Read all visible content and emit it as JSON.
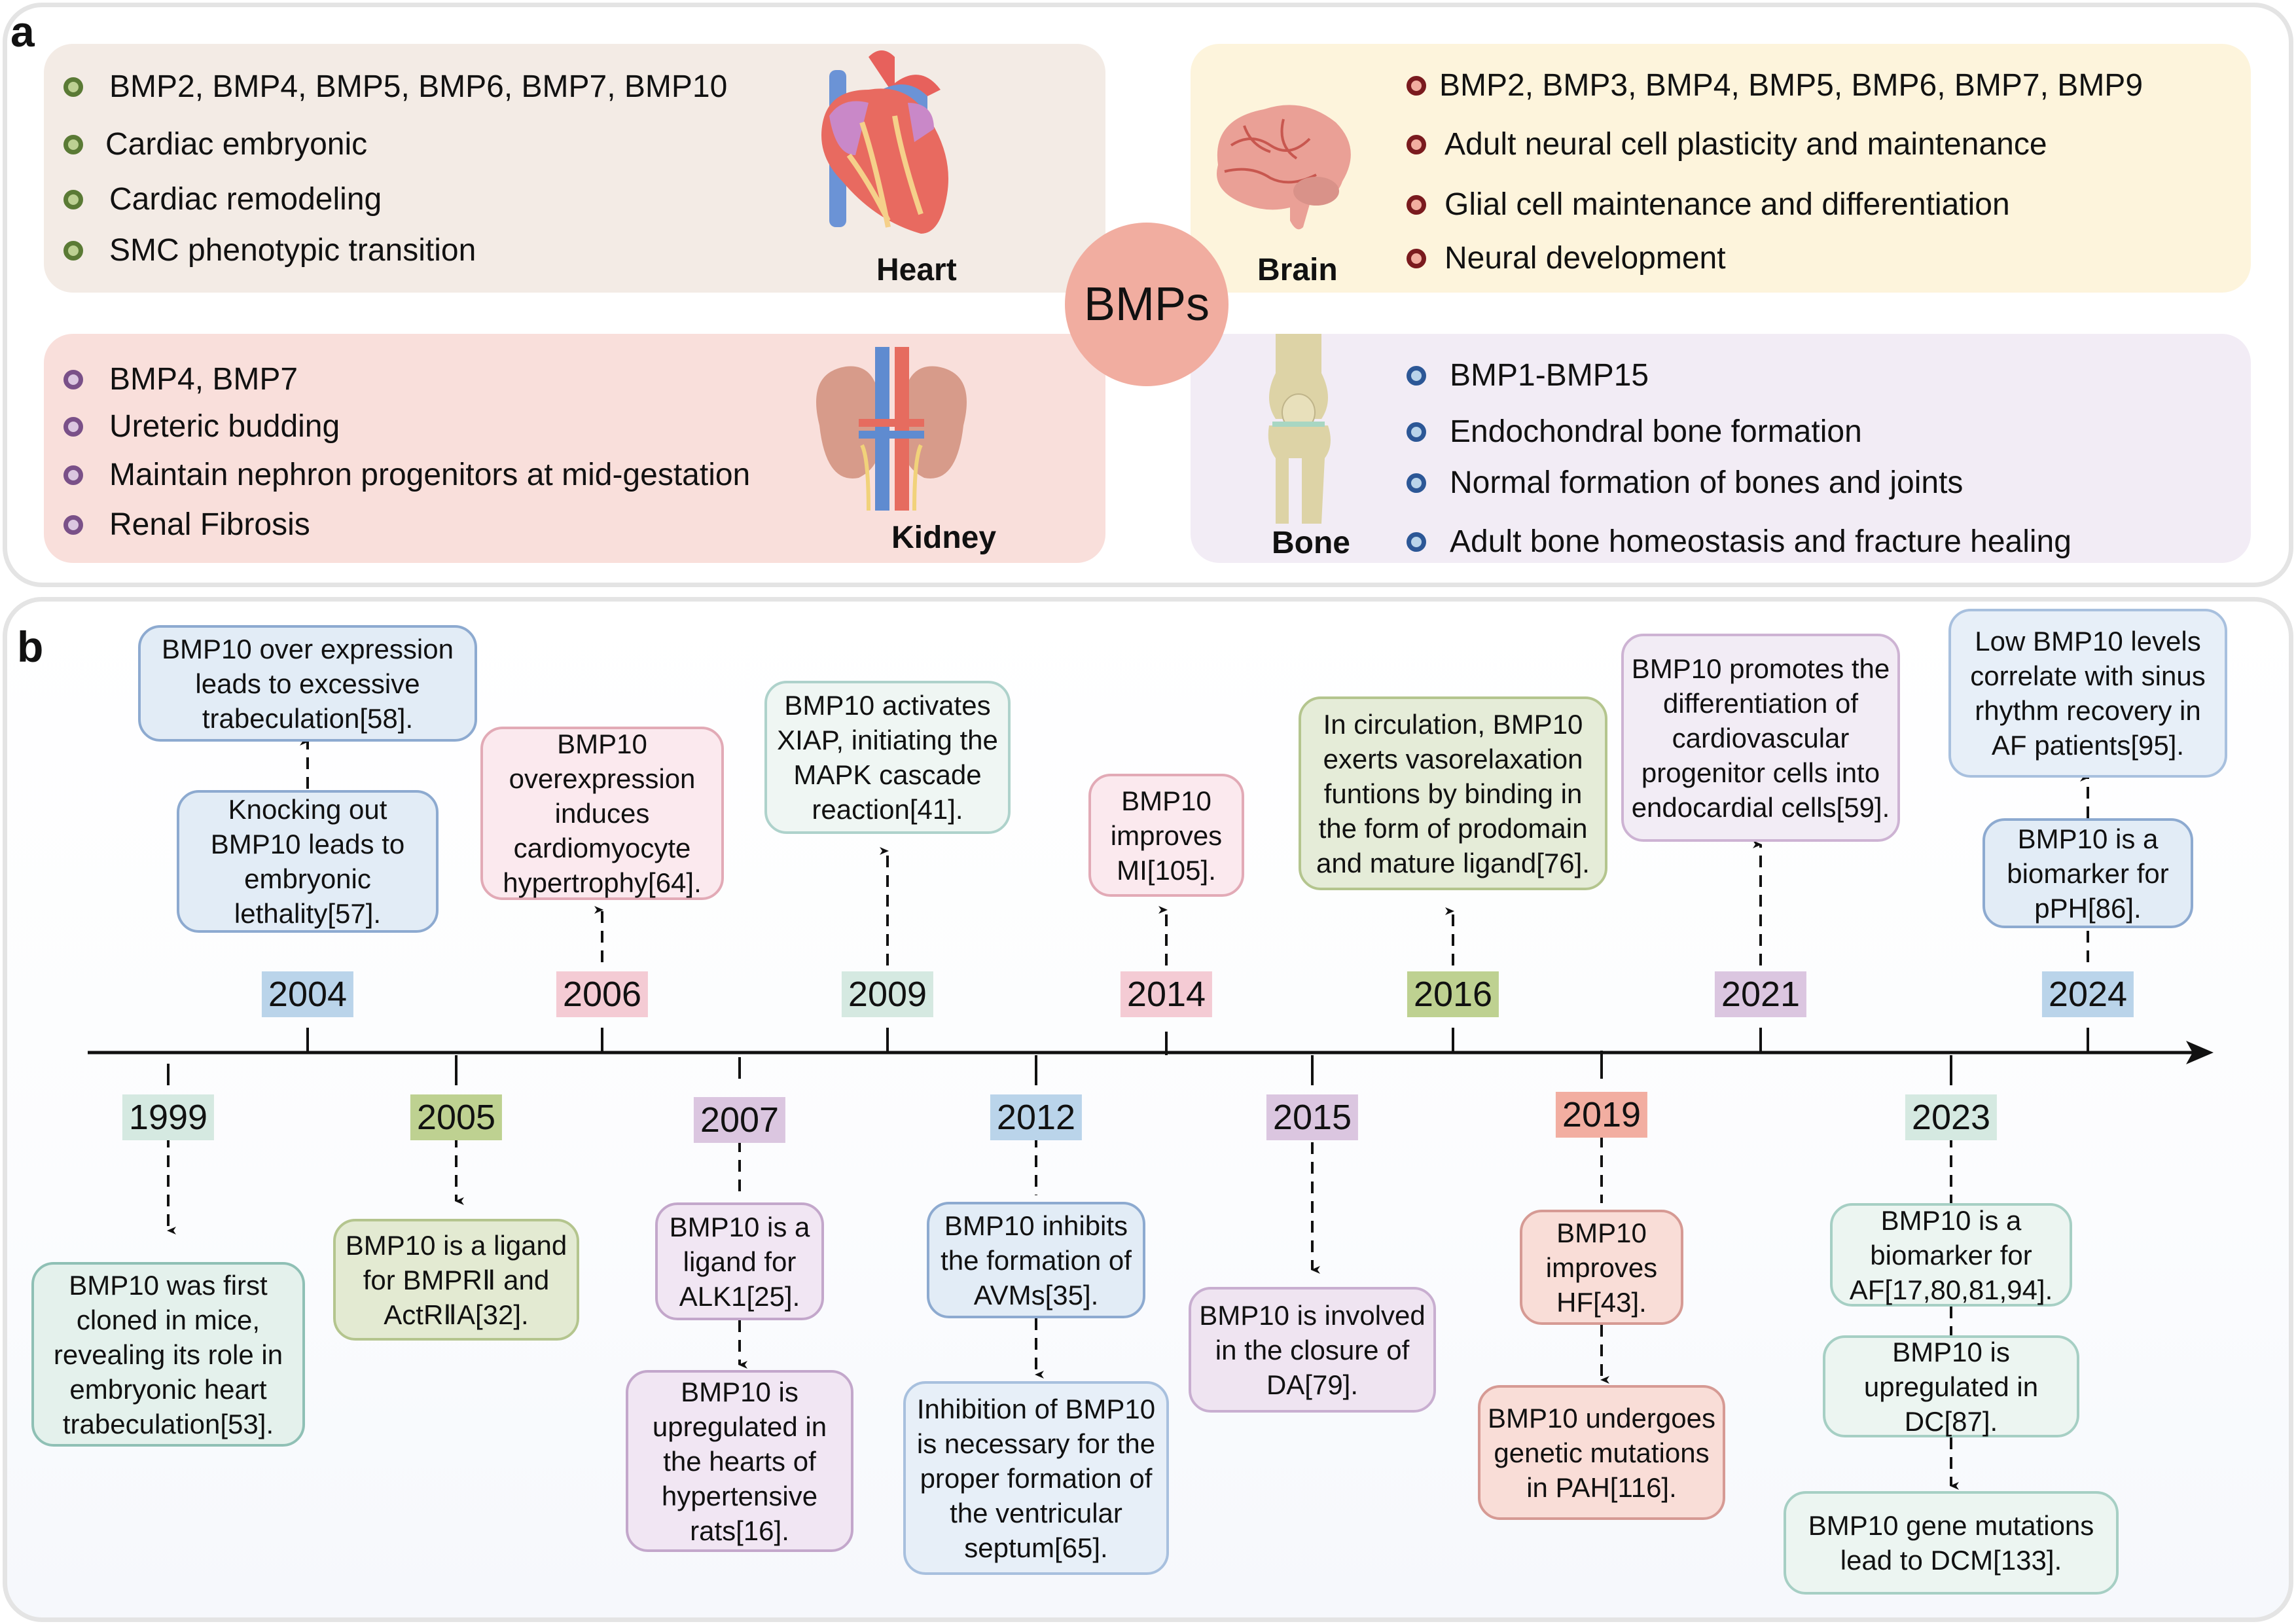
{
  "panel_a": {
    "letter": "a",
    "center_label": "BMPs",
    "organs": [
      {
        "key": "heart",
        "label": "Heart",
        "bg": "#f3ebe5",
        "bullet_fill": "#bcd092",
        "bullet_stroke": "#5a7a35",
        "icon": "heart-illustration",
        "items": [
          "BMP2, BMP4, BMP5, BMP6, BMP7, BMP10",
          "Cardiac embryonic",
          "Cardiac remodeling",
          "SMC phenotypic transition"
        ]
      },
      {
        "key": "brain",
        "label": "Brain",
        "bg": "#fdf4dc",
        "bullet_fill": "#f1ada0",
        "bullet_stroke": "#7a1a1e",
        "icon": "brain-illustration",
        "items": [
          "BMP2, BMP3, BMP4, BMP5, BMP6, BMP7, BMP9",
          "Adult neural cell plasticity and maintenance",
          "Glial cell maintenance and differentiation",
          "Neural development"
        ]
      },
      {
        "key": "kidney",
        "label": "Kidney",
        "bg": "#f9dfdb",
        "bullet_fill": "#dbc6e0",
        "bullet_stroke": "#7a5088",
        "icon": "kidney-illustration",
        "items": [
          "BMP4, BMP7",
          "Ureteric budding",
          "Maintain nephron progenitors at mid-gestation",
          "Renal Fibrosis"
        ]
      },
      {
        "key": "bone",
        "label": "Bone",
        "bg": "#f2ecf5",
        "bullet_fill": "#b9d4ea",
        "bullet_stroke": "#2c5796",
        "icon": "knee-bone-illustration",
        "items": [
          "BMP1-BMP15",
          "Endochondral bone formation",
          "Normal formation of bones and joints",
          "Adult bone homeostasis and fracture healing"
        ]
      }
    ]
  },
  "panel_b": {
    "letter": "b",
    "timeline": [
      {
        "year": "1999",
        "side": "below",
        "label_bg": "#d5e9e1",
        "events": [
          {
            "text": "BMP10 was first cloned in mice, revealing its role in embryonic heart trabeculation[53].",
            "bg": "#e4f1ec",
            "border": "#8fc0b5"
          }
        ]
      },
      {
        "year": "2004",
        "side": "above",
        "label_bg": "#bad4ea",
        "events": [
          {
            "text": "Knocking out BMP10 leads to embryonic lethality[57].",
            "bg": "#e2ecf6",
            "border": "#8daad0"
          },
          {
            "text": "BMP10 over expression leads to excessive trabeculation[58].",
            "bg": "#e2ecf6",
            "border": "#8daad0"
          }
        ]
      },
      {
        "year": "2005",
        "side": "below",
        "label_bg": "#bed191",
        "events": [
          {
            "text": "BMP10 is a ligand for BMPRⅡ and ActRⅡA[32].",
            "bg": "#e3ead2",
            "border": "#b4c58e"
          }
        ]
      },
      {
        "year": "2006",
        "side": "above",
        "label_bg": "#f4cbd4",
        "events": [
          {
            "text": "BMP10 overexpression induces cardiomyocyte hypertrophy[64].",
            "bg": "#fbe9ee",
            "border": "#e2aab6"
          }
        ]
      },
      {
        "year": "2007",
        "side": "below",
        "label_bg": "#dbc6e0",
        "events": [
          {
            "text": "BMP10 is a ligand for ALK1[25].",
            "bg": "#f1e6f3",
            "border": "#c3a7cb"
          },
          {
            "text": "BMP10 is upregulated in the hearts of hypertensive rats[16].",
            "bg": "#f1e6f3",
            "border": "#c3a7cb"
          }
        ]
      },
      {
        "year": "2009",
        "side": "above",
        "label_bg": "#d5e9e1",
        "events": [
          {
            "text": "BMP10 activates XIAP, initiating the MAPK cascade reaction[41].",
            "bg": "#eff6f3",
            "border": "#aed2cb"
          }
        ]
      },
      {
        "year": "2012",
        "side": "below",
        "label_bg": "#bad4ea",
        "events": [
          {
            "text": "BMP10 inhibits the formation of AVMs[35].",
            "bg": "#e2ecf6",
            "border": "#8daad0"
          },
          {
            "text": "Inhibition of BMP10 is necessary for the proper formation of the ventricular septum[65].",
            "bg": "#e7eff8",
            "border": "#a8c0de"
          }
        ]
      },
      {
        "year": "2014",
        "side": "above",
        "label_bg": "#f4cbd4",
        "events": [
          {
            "text": "BMP10 improves MI[105].",
            "bg": "#fbe9ee",
            "border": "#e2aab6"
          }
        ]
      },
      {
        "year": "2015",
        "side": "below",
        "label_bg": "#dbc6e0",
        "events": [
          {
            "text": "BMP10 is involved in the closure of DA[79].",
            "bg": "#efe4f1",
            "border": "#c8aed0"
          }
        ]
      },
      {
        "year": "2016",
        "side": "above",
        "label_bg": "#bed191",
        "events": [
          {
            "text": "In circulation, BMP10 exerts vasorelaxation funtions by binding in the form of prodomain and mature ligand[76].",
            "bg": "#e5ecd8",
            "border": "#b4c58e"
          }
        ]
      },
      {
        "year": "2019",
        "side": "below",
        "label_bg": "#f2aea1",
        "events": [
          {
            "text": "BMP10 improves HF[43].",
            "bg": "#f9ddd7",
            "border": "#d69a94"
          },
          {
            "text": "BMP10 undergoes genetic mutations in PAH[116].",
            "bg": "#f9ddd7",
            "border": "#d69a94"
          }
        ]
      },
      {
        "year": "2021",
        "side": "above",
        "label_bg": "#dbc6e0",
        "events": [
          {
            "text": "BMP10 promotes the differentiation of cardiovascular progenitor cells into endocardial cells[59].",
            "bg": "#f2ecf5",
            "border": "#cdb3d3"
          }
        ]
      },
      {
        "year": "2023",
        "side": "below",
        "label_bg": "#d5e9e1",
        "events": [
          {
            "text": "BMP10 is a biomarker for AF[17,80,81,94].",
            "bg": "#ecf5f1",
            "border": "#a6cfc4"
          },
          {
            "text": "BMP10 is upregulated in DC[87].",
            "bg": "#ecf5f1",
            "border": "#a6cfc4"
          },
          {
            "text": "BMP10 gene mutations lead to DCM[133].",
            "bg": "#ecf5f1",
            "border": "#a6cfc4"
          }
        ]
      },
      {
        "year": "2024",
        "side": "above",
        "label_bg": "#bad4ea",
        "events": [
          {
            "text": "BMP10 is a biomarker for pPH[86].",
            "bg": "#e2ecf6",
            "border": "#8daad0"
          },
          {
            "text": "Low BMP10 levels correlate with sinus rhythm recovery in AF patients[95].",
            "bg": "#e7eff8",
            "border": "#a8c0de"
          }
        ]
      }
    ]
  }
}
